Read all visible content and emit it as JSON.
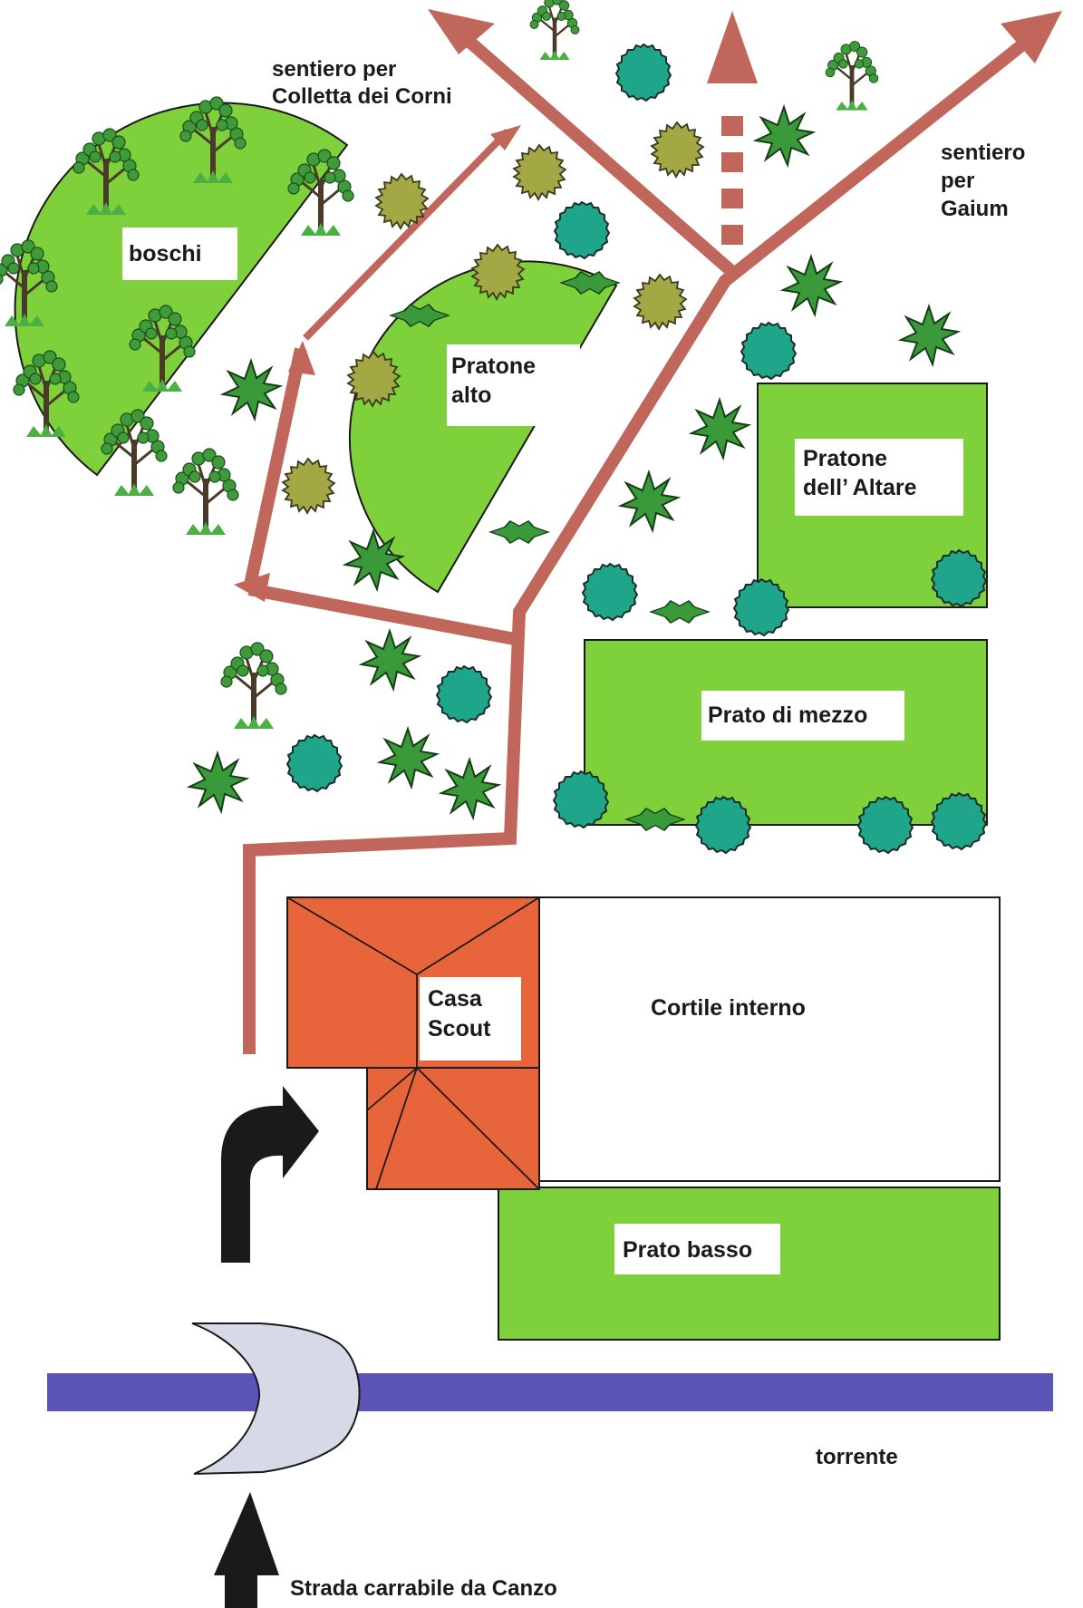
{
  "labels": {
    "boschi": "boschi",
    "pratone_alto_1": "Pratone",
    "pratone_alto_2": "alto",
    "pratone_altare_1": "Pratone",
    "pratone_altare_2": "dell’ Altare",
    "prato_mezzo": "Prato di mezzo",
    "casa_scout_1": "Casa",
    "casa_scout_2": "Scout",
    "cortile": "Cortile interno",
    "prato_basso": "Prato basso",
    "torrente": "torrente",
    "strada": "Strada carrabile da Canzo",
    "sentiero_corni_1": "sentiero per",
    "sentiero_corni_2": "Colletta dei Corni",
    "sentiero_gaium_1": "sentiero",
    "sentiero_gaium_2": "per",
    "sentiero_gaium_3": "Gaium"
  },
  "colors": {
    "meadow": "#7fd13b",
    "path": "#c0665a",
    "roof": "#e8643a",
    "river": "#5b55b8",
    "bridge": "#d6d9e6",
    "bush_teal": "#1fa58a",
    "bush_olive": "#a3a845",
    "bush_star": "#3a9a3a"
  },
  "icons": [
    "tree-icon",
    "round-bush-icon",
    "star-bush-icon",
    "turn-arrow-icon",
    "up-arrow-icon"
  ]
}
